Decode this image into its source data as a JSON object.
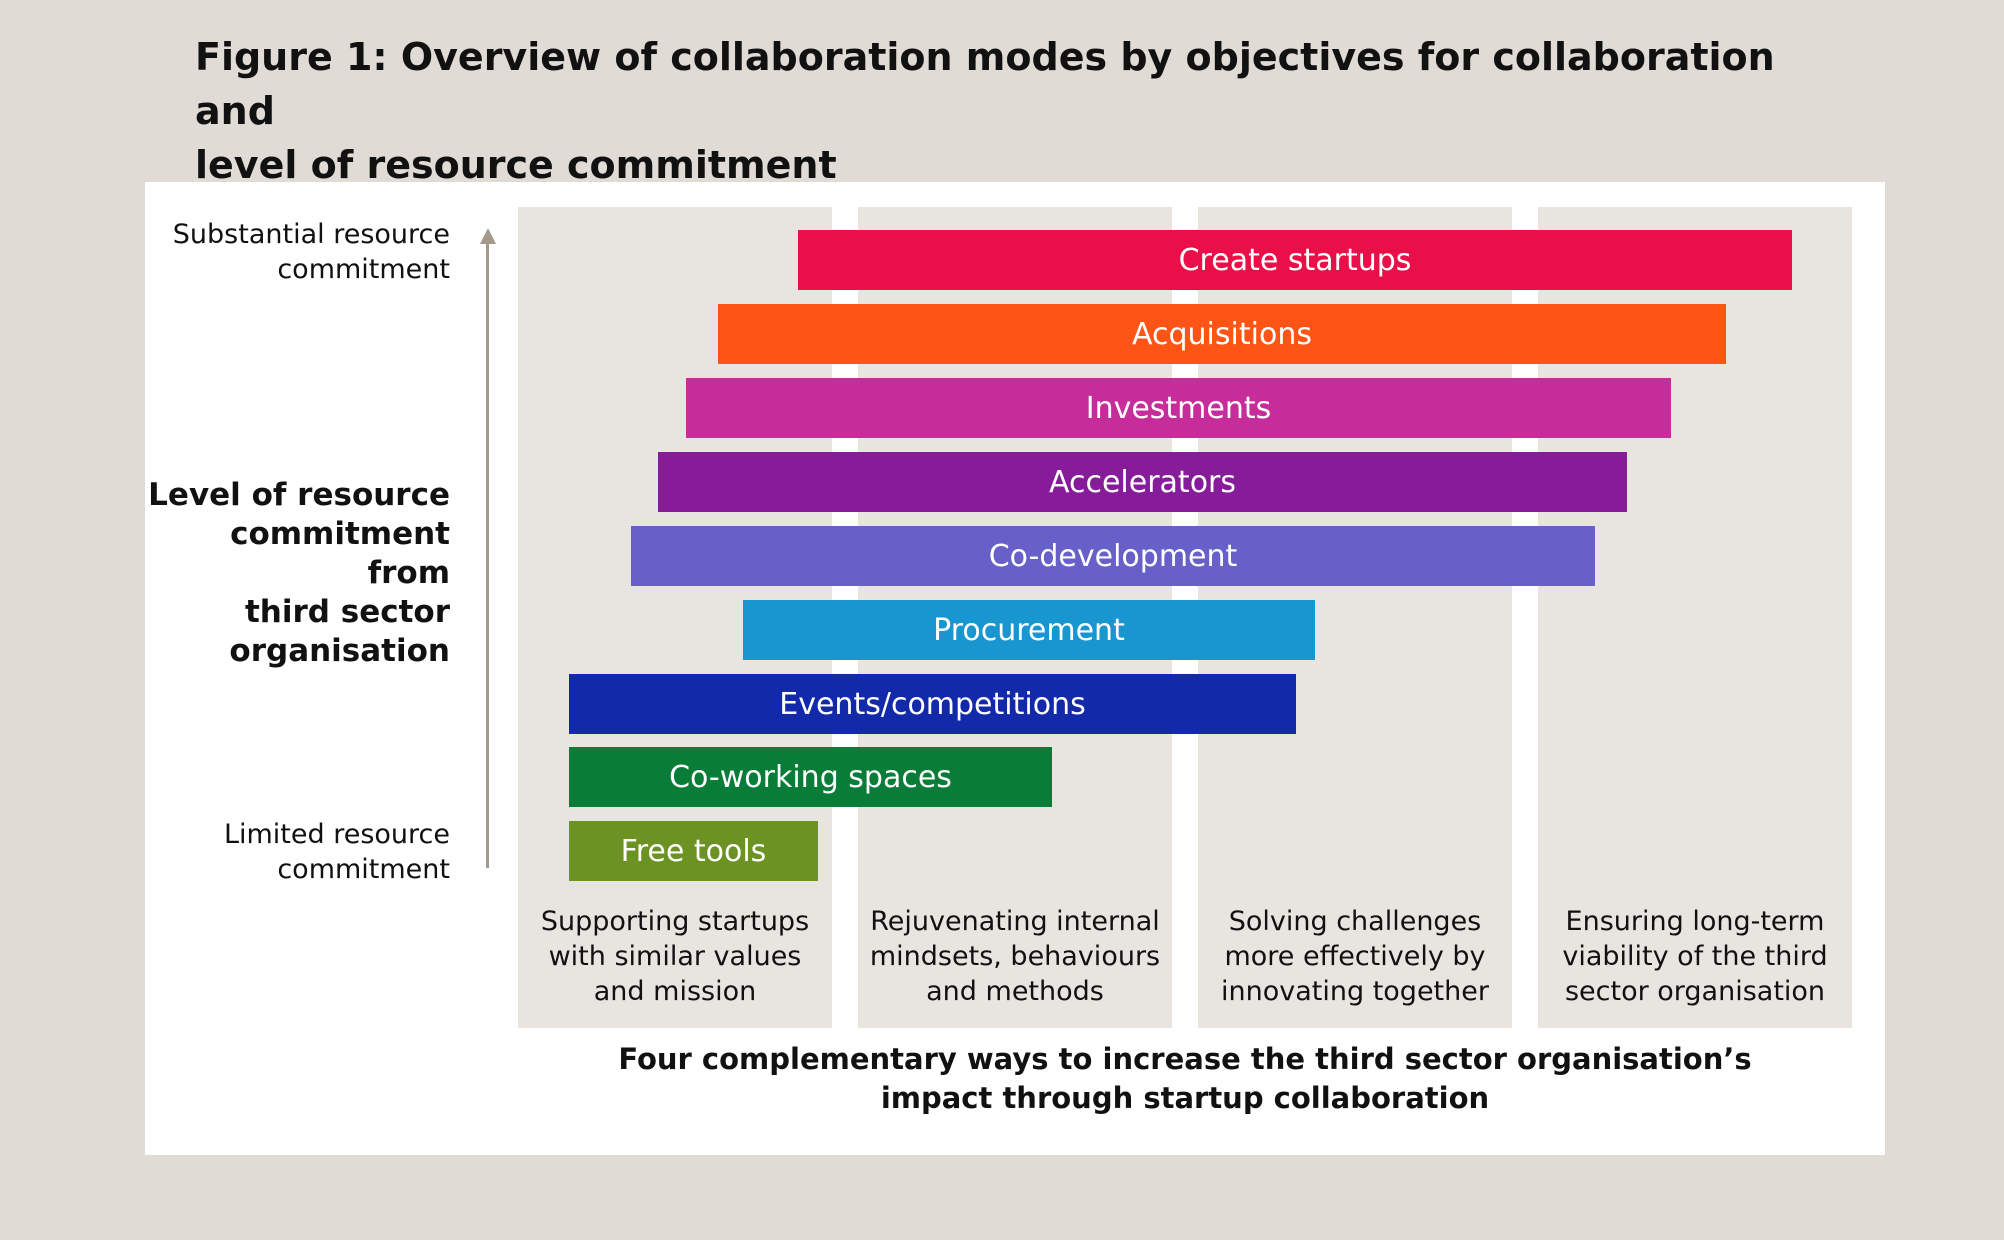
{
  "title_line1": "Figure 1: Overview of collaboration modes by objectives for collaboration and",
  "title_line2": "level of resource commitment",
  "y_axis": {
    "top_line1": "Substantial resource",
    "top_line2": "commitment",
    "mid_line1": "Level of resource",
    "mid_line2": "commitment from",
    "mid_line3": "third sector",
    "mid_line4": "organisation",
    "bottom_line1": "Limited resource",
    "bottom_line2": "commitment"
  },
  "columns": [
    {
      "line1": "Supporting startups",
      "line2": "with similar values",
      "line3": "and mission"
    },
    {
      "line1": "Rejuvenating internal",
      "line2": "mindsets, behaviours",
      "line3": "and methods"
    },
    {
      "line1": "Solving challenges",
      "line2": "more effectively by",
      "line3": "innovating together"
    },
    {
      "line1": "Ensuring long-term",
      "line2": "viability of the third",
      "line3": "sector organisation"
    }
  ],
  "bars": [
    {
      "label": "Create startups",
      "color": "#ea0f48"
    },
    {
      "label": "Acquisitions",
      "color": "#fe5416"
    },
    {
      "label": "Investments",
      "color": "#c62d9b"
    },
    {
      "label": "Accelerators",
      "color": "#871c9a"
    },
    {
      "label": "Co-development",
      "color": "#6760c9"
    },
    {
      "label": "Procurement",
      "color": "#1896cf"
    },
    {
      "label": "Events/competitions",
      "color": "#1229aa"
    },
    {
      "label": "Co-working spaces",
      "color": "#097c38"
    },
    {
      "label": "Free tools",
      "color": "#6b9222"
    }
  ],
  "bottom_caption_line1": "Four complementary ways to increase the third sector organisation’s",
  "bottom_caption_line2": "impact through startup collaboration"
}
